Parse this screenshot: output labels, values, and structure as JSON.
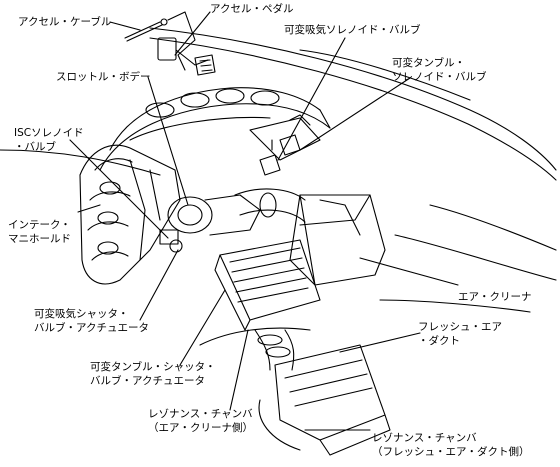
{
  "labels": {
    "accel_cable": "アクセル・ケーブル",
    "accel_pedal": "アクセル・ペダル",
    "vis_valve": "可変吸気ソレノイド・バルブ",
    "tumble_valve": [
      "可変タンブル・",
      "ソレノイド・バルブ"
    ],
    "throttle_body": "スロットル・ボデー",
    "isc_valve": [
      "ISCソレノイド",
      "・バルブ"
    ],
    "intake_manifold": [
      "インテーク・",
      "マニホールド"
    ],
    "air_cleaner": "エア・クリーナ",
    "vis_actuator": [
      "可変吸気シャッタ・",
      "バルブ・アクチュエータ"
    ],
    "fresh_air_duct": [
      "フレッシュ・エア",
      "・ダクト"
    ],
    "tumble_actuator": [
      "可変タンブル・シャッタ・",
      "バルブ・アクチュエータ"
    ],
    "resonance_ac": [
      "レゾナンス・チャンバ",
      "（エア・クリーナ側）"
    ],
    "resonance_fd": [
      "レゾナンス・チャンバ",
      "（フレッシュ・エア・ダクト側）"
    ]
  }
}
